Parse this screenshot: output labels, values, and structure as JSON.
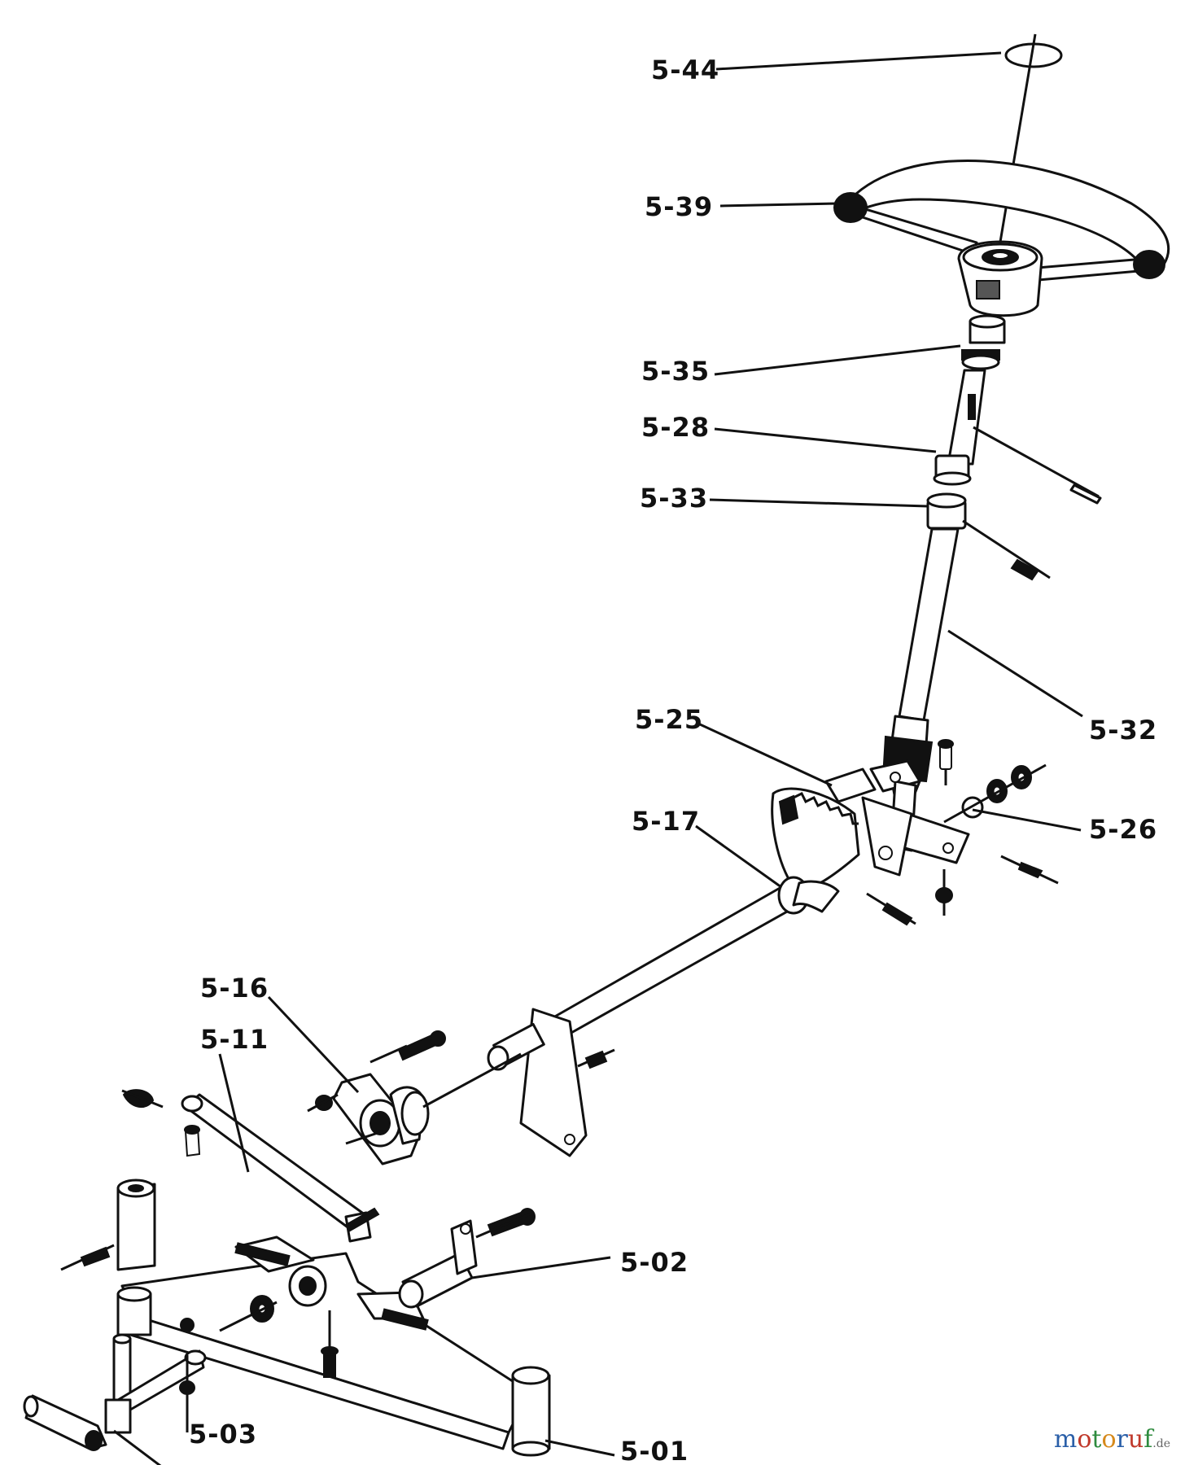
{
  "labels": {
    "p544": "5-44",
    "p539": "5-39",
    "p535": "5-35",
    "p528": "5-28",
    "p533": "5-33",
    "p532": "5-32",
    "p525": "5-25",
    "p526": "5-26",
    "p517": "5-17",
    "p516": "5-16",
    "p511": "5-11",
    "p502": "5-02",
    "p503": "5-03",
    "p501": "5-01"
  },
  "watermark": {
    "name": "motoruf",
    "domain": ".de"
  },
  "colors": {
    "ink": "#111111",
    "paper": "#ffffff",
    "watermark_letters": [
      "#2a5fa8",
      "#c0392b",
      "#2e8b3e",
      "#d68a1c",
      "#2a5fa8",
      "#c0392b",
      "#2e8b3e"
    ]
  }
}
